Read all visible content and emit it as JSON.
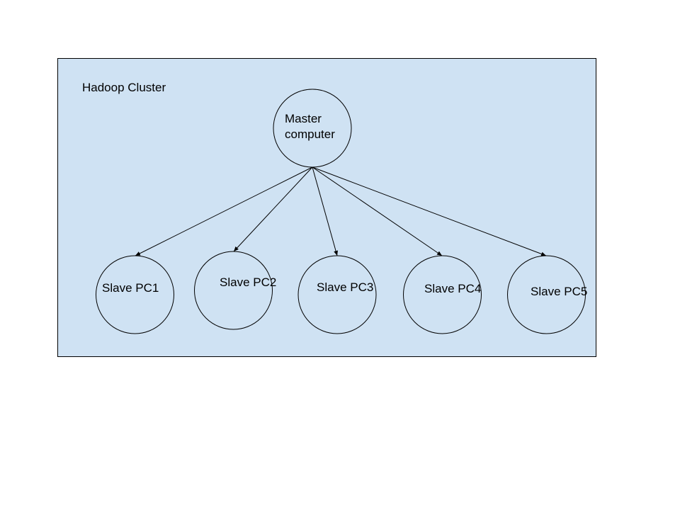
{
  "cluster": {
    "title": "Hadoop Cluster"
  },
  "master": {
    "label_line1": "Master",
    "label_line2": "computer"
  },
  "slaves": [
    {
      "label": "Slave PC1"
    },
    {
      "label": "Slave PC2"
    },
    {
      "label": "Slave PC3"
    },
    {
      "label": "Slave PC4"
    },
    {
      "label": "Slave PC5"
    }
  ],
  "colors": {
    "cluster_fill": "#cfe2f3",
    "stroke": "#000000",
    "text": "#000000"
  }
}
